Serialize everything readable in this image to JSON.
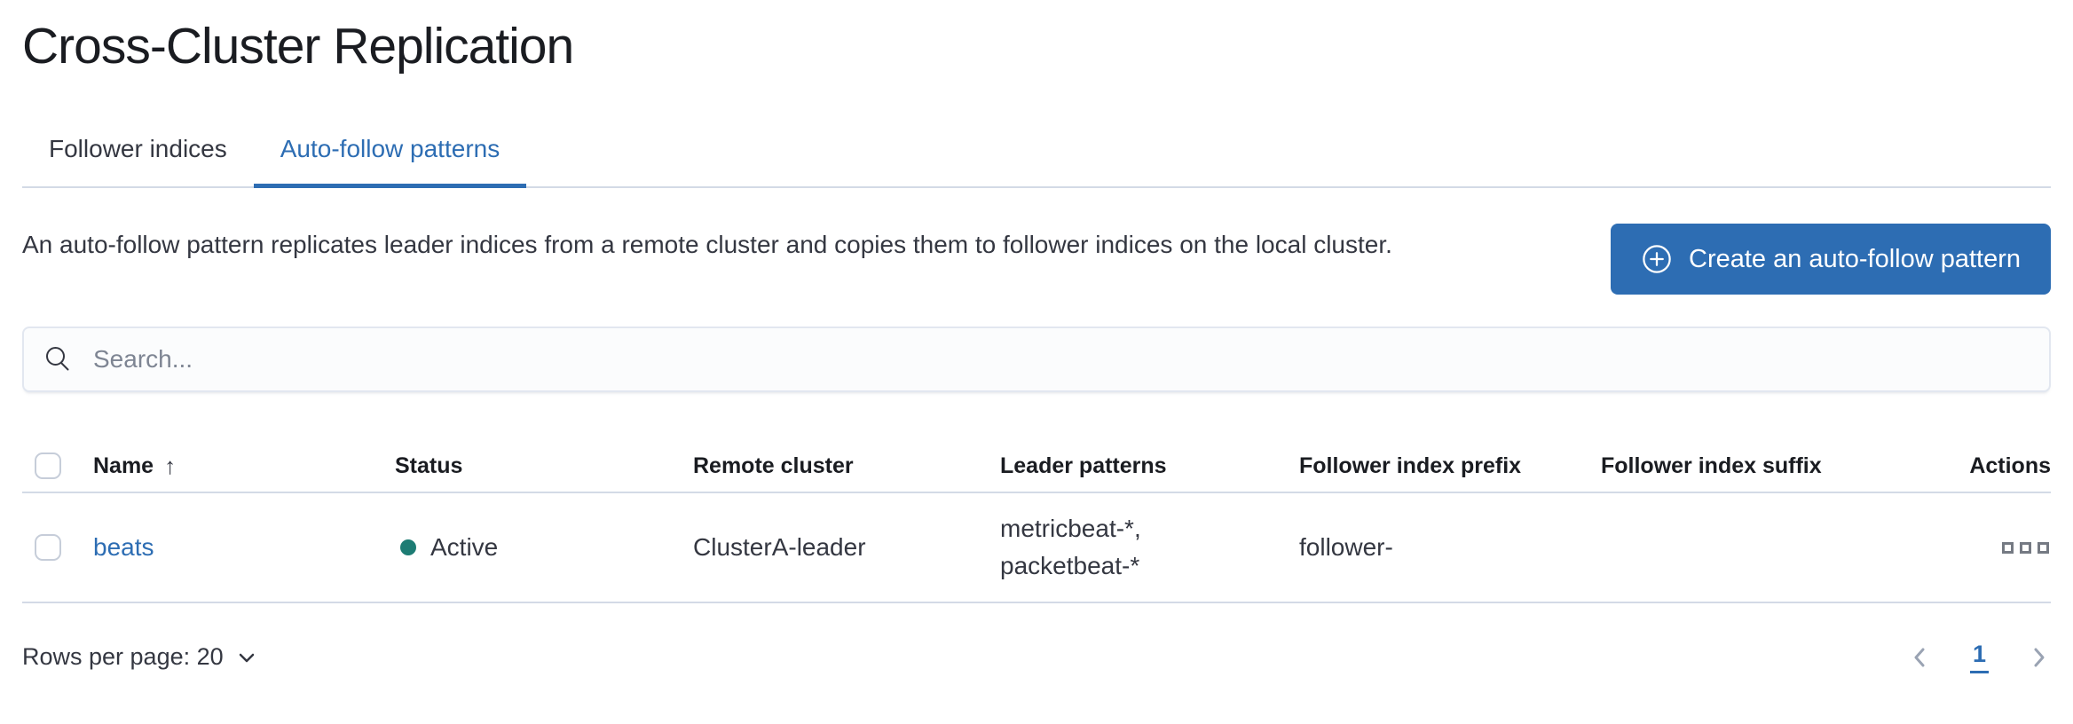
{
  "page": {
    "title": "Cross-Cluster Replication"
  },
  "tabs": [
    {
      "label": "Follower indices",
      "active": false
    },
    {
      "label": "Auto-follow patterns",
      "active": true
    }
  ],
  "intro": {
    "description": "An auto-follow pattern replicates leader indices from a remote cluster and copies them to follower indices on the local cluster."
  },
  "toolbar": {
    "create_button_label": "Create an auto-follow pattern",
    "create_button_icon": "plus-in-circle-icon"
  },
  "search": {
    "placeholder": "Search...",
    "value": "",
    "icon": "search-icon"
  },
  "table": {
    "columns": {
      "name": "Name",
      "status": "Status",
      "remote_cluster": "Remote cluster",
      "leader_patterns": "Leader patterns",
      "follower_index_prefix": "Follower index prefix",
      "follower_index_suffix": "Follower index suffix",
      "actions": "Actions"
    },
    "sort": {
      "column": "Name",
      "direction": "ascending",
      "arrow": "↑"
    },
    "rows": [
      {
        "name": "beats",
        "status": "Active",
        "remote_cluster": "ClusterA-leader",
        "leader_patterns_line1": "metricbeat-*,",
        "leader_patterns_line2": "packetbeat-*",
        "follower_index_prefix": "follower-",
        "follower_index_suffix": "",
        "actions_icon": "boxes-horizontal-icon"
      }
    ]
  },
  "footer": {
    "rows_per_page_label": "Rows per page: 20",
    "pagination": {
      "current_page": "1"
    }
  },
  "colors": {
    "primary_blue": "#2d6db3",
    "status_active_teal": "#1d7c74",
    "text": "#343741",
    "border_gray": "#d3dae6",
    "muted_gray": "#757a83",
    "pagination_arrow_gray": "#9aa3b3"
  }
}
